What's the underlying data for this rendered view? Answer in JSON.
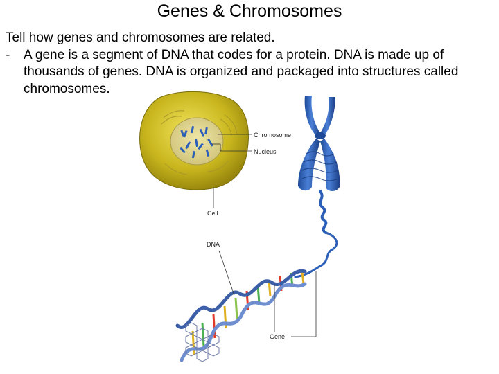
{
  "slide": {
    "title": "Genes & Chromosomes",
    "question": "Tell how genes and chromosomes are related.",
    "answer_bullet": "-",
    "answer": "A gene is a segment of DNA that codes for a protein.  DNA is made up of thousands of genes.  DNA is organized and packaged into structures called chromosomes."
  },
  "diagram": {
    "labels": {
      "chromosome": "Chromosome",
      "nucleus": "Nucleus",
      "cell": "Cell",
      "dna": "DNA",
      "gene": "Gene"
    },
    "colors": {
      "cell": "#c9b61e",
      "chromosome": "#2c5fb8",
      "dna_backbone": "#3c5fa8"
    }
  }
}
